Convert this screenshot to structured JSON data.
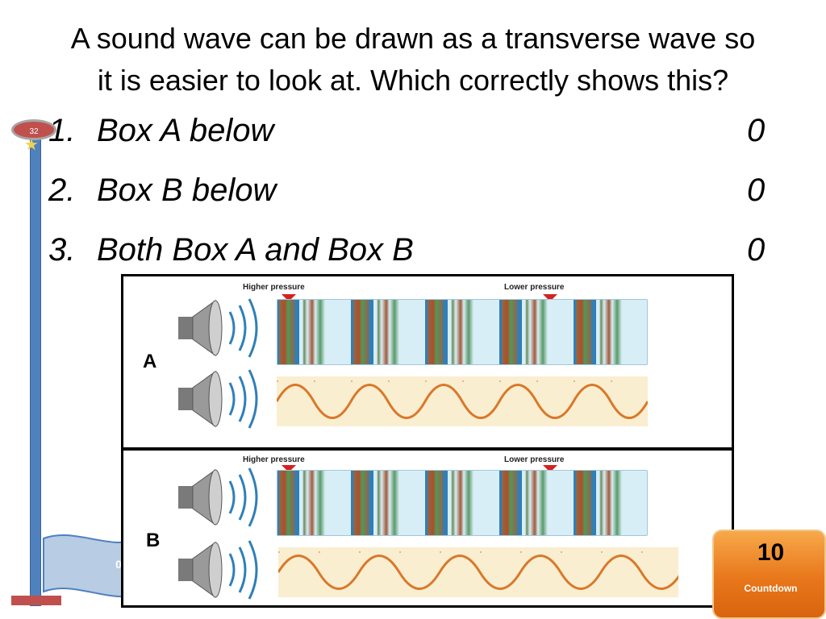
{
  "question": {
    "line1": "A sound wave can be drawn as a transverse wave so",
    "line2": "it is easier to look at.  Which correctly shows this?"
  },
  "answers": [
    {
      "number": "1.",
      "label": "Box A below",
      "count": "0"
    },
    {
      "number": "2.",
      "label": "Box B below",
      "count": "0"
    },
    {
      "number": "3.",
      "label": "Both Box A and Box B",
      "count": "0"
    }
  ],
  "pole": {
    "badge": "32",
    "flag_value": "0"
  },
  "figure": {
    "box_a": {
      "letter": "A",
      "higher_pressure": "Higher pressure",
      "lower_pressure": "Lower pressure"
    },
    "box_b": {
      "letter": "B",
      "higher_pressure": "Higher pressure",
      "lower_pressure": "Lower pressure"
    }
  },
  "countdown": {
    "value": "10",
    "label": "Countdown",
    "color": "#e8771b"
  },
  "colors": {
    "pole": "#4f81bd",
    "badge": "#c0504d",
    "wave": "#d9782a",
    "strip": "#faeed0"
  },
  "icons": [
    "speaker-icon",
    "star-icon",
    "flag-icon",
    "pressure-marker-icon"
  ]
}
